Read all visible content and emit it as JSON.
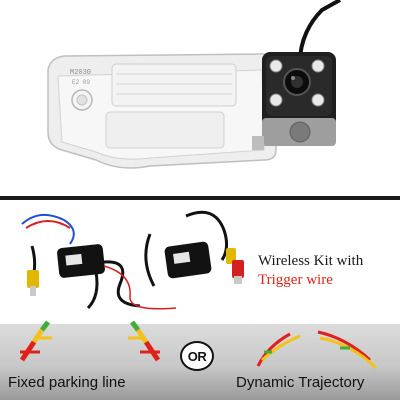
{
  "product": {
    "housing_marking_1": "M2030",
    "housing_marking_2": "E2 09"
  },
  "wireless_kit": {
    "line1": "Wireless Kit with",
    "line2": "Trigger wire"
  },
  "options": {
    "left_label": "Fixed parking line",
    "or_label": "OR",
    "right_label": "Dynamic Trajectory"
  },
  "colors": {
    "trigger_text": "#e0201b",
    "divider": "#1a1a1a",
    "guide_red": "#e0201b",
    "guide_yellow": "#f2c21a",
    "guide_green": "#3fae3a"
  }
}
